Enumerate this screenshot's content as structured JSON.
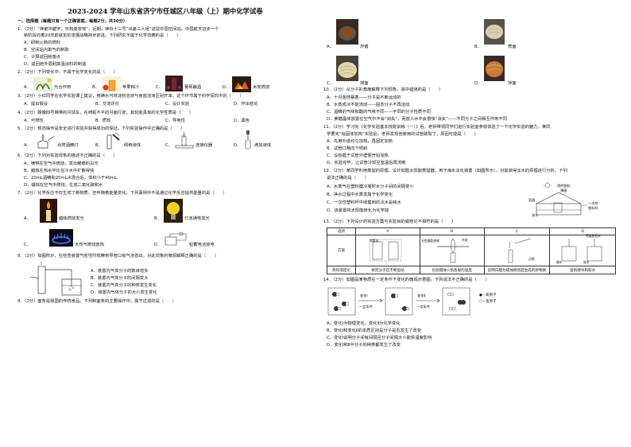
{
  "title": "2023-2024 学年山东省济宁市任城区八年级（上）期中化学试卷",
  "section1": "一、选择题（每题只有一个正确答案，每题2分，共30分）",
  "q1": {
    "stem1": "1．（2分）“神箭冲碧宇，天和遨苍穹”，近期，神舟十三号“出差三人组”进驻中国空间站，中国航天迈步一个",
    "stem2": "新阶段向着20年前就定的发展战略持步前进。下列研究不属于化学范畴的是（　　）",
    "a": "A．研制火箭的燃料",
    "b": "B．空间站内氧气的制取",
    "c": "C．计算返回舱落点",
    "d": "D．返回舱外层耐高温涂料的制造"
  },
  "q2": {
    "stem": "2．（2分）下列变化中，不属于化学变化的是（　　）",
    "a": "光合作用",
    "b": "苹果榨汁",
    "c": "葡萄酿酒",
    "d": "木炭燃烧"
  },
  "q3": {
    "stem": "3．（2分）小红同学在化学实验课上建议，用碘水可将淀粉溶液与食盐溶液区别开来，这个环节属于科学探究中的（　　）",
    "a": "A．提出假设",
    "b": "B．交流评价",
    "c": "C．设计实验",
    "d": "D．作出结论"
  },
  "q4": {
    "stem": "4．（2分）嫦娥四号携带的月球车，在崎岖不平的月面行驶，其轮胎具有的化学性质是（　　）",
    "a": "A．可燃性",
    "b": "B．质软",
    "c": "C．导电性",
    "d": "D．黑色"
  },
  "q5": {
    "stem": "5．（2分）规范操作是安全进行实验并获得成功的保证。下列实验操作中正确的是（　　）",
    "a": "点燃酒精灯",
    "b": "倾倒液体",
    "c": "连接仪器",
    "d": "滴加液体"
  },
  "q6": {
    "stem": "6．（2分）下列对实验现象的描述不正确的是（　　）",
    "a": "A．镁带在空气中燃烧，发出耀眼的白光",
    "b": "B．蜡烛在热水中比在冷水中扩散得快",
    "c": "C．20mL酒精和20mL水混合后，体积小于40mL",
    "d": "D．蜡烛在空气中燃烧，生成二氧化碳和水"
  },
  "q7": {
    "stem": "7．（2分）化学反应不仅生成了新物质，还伴随着能量变化。下列事例中不是通过化学反应提供能量的是（　　）",
    "a": "蜡烛燃烧发光",
    "b": "灯泡通电发光",
    "c": "天然气燃烧放热",
    "d": "铅蓄电池放电"
  },
  "q8": {
    "stem": "8．（2分）如图所示，在检查装置气密性时观察到导管口有气泡冒出，对此现象的微观解释正确的是（　　）",
    "a": "A．装置内气体分子的数目增多",
    "b": "B．装置内气体分子的间隔变大",
    "c": "C．装置内气体分子的种类发生变化",
    "d": "D．装置内气体分子的大小发生变化"
  },
  "q9": {
    "stem": "9．（2分）面条是我国的传统食品。下列制面条的主要操作中，属于过滤的是（　　）"
  },
  "q9opts": {
    "a": "炸酱",
    "c": "捞面",
    "d": "拌面",
    "b": "煮面"
  },
  "q10": {
    "stem": "10．（2分）从分子的角度解释下列现象，其中错误的是（　　）",
    "a": "A．十月金桂飘香——分子是不断运动的",
    "b": "B．水蒸成冰不能流动——固态分子不再运动",
    "c": "C．酒精的气味和醋的气味不同——不同的分子性质不同",
    "d": "D．蔗糖晶体放置在空气中不会“消失”，而放入水中会很快“消失”——不同分子之间相互作用不同"
  },
  "q11": {
    "stem1": "11．（2分）学习完《化学实验基本技能训练（一）》后，老师带领同学们进行实验室参观体验了一下化学实验的魅力。某同",
    "stem2": "学要完“给固体加热”实验后，老师发现他使用的试管破裂了，原因可能是（　　）",
    "a": "A．先用外焰均匀加热，再固定加热",
    "b": "B．试管口略向下倾斜",
    "c": "C．没有握于试管外壁便开始加热",
    "d": "D．实验完毕，让试管冷却至室温后再洗刷"
  },
  "q12": {
    "stem1": "12．（2分）某同学利用蒸馏的原理，设计如图太阳能蒸馏器，用于海水淡化装置（如图所示），对其获得淡水的原理进行分析。下列",
    "stem2": "说法正确的是（　　）",
    "a": "A．水蒸气在塑料膜冷凝时水分子间的间隔变小",
    "b": "B．净水过程中水蒸发属于化学变化",
    "c": "C．一次性塑料杯中收集到的淡水是纯水",
    "d": "D．该装置将太阳能转化为化学能"
  },
  "q13": {
    "stem": "13．（2分）下列设计的实验方案与实验目的或结论不相符的是（　　）"
  },
  "table": {
    "head": [
      "选项",
      "A",
      "B",
      "C",
      "D"
    ],
    "row1": "方案",
    "row2": [
      "目的或结论",
      "探究分子在不断运动",
      "比较蜡烛火焰各层的温度",
      "说明白烟为蜡烛燃烧后生成的新物质",
      "鉴别硬水和软水"
    ],
    "labels": [
      "无色酚酞溶液",
      "浓氨水",
      "木炭",
      "点燃",
      "硬水",
      "软水",
      "等量肥皂水"
    ]
  },
  "q14": {
    "stem": "14．（2分）如图是某物质在一定条件下变化的微观示意图，下列说法不正确的是（　　）",
    "change1": "变化Ⅰ",
    "change1b": "一定条件",
    "change2": "变化Ⅱ",
    "change2b": "一定条件",
    "legend1": "●—氧原子",
    "legend2": "○—氢原子",
    "a": "A．变化Ⅰ为物理变化，变化Ⅱ为化学变化",
    "b": "B．变化Ⅰ和变化Ⅱ的本质区别是分子是否发生了改变",
    "c": "C．变化Ⅰ说明分子间有间隔且分子间隔大小能受温度影响",
    "d": "D．变化Ⅰ和Ⅱ中分子的种类都发生了改变"
  },
  "fig12": {
    "l1": "透明塑料",
    "l2": "海水",
    "l3": "一次性",
    "l4": "塑料杯",
    "l5": "容器",
    "l6": "薄膜"
  },
  "colors": {
    "text": "#111111",
    "line": "#333333"
  }
}
